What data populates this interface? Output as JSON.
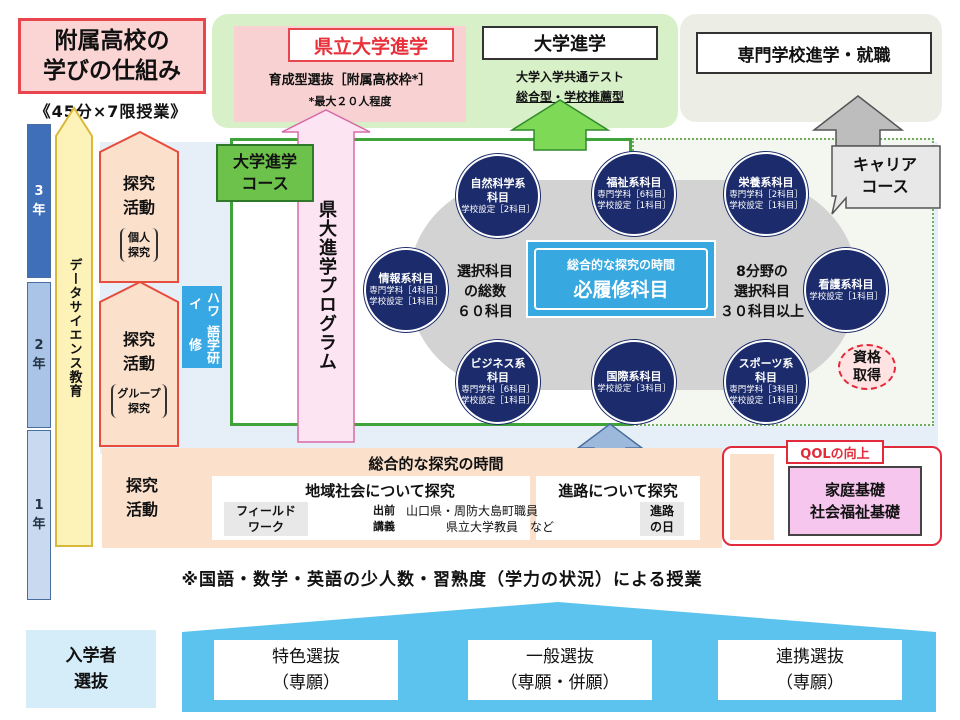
{
  "title": {
    "line1": "附属高校の",
    "line2": "学びの仕組み"
  },
  "lessons": "《45分×7限授業》",
  "top": {
    "pref_title": "県立大学進学",
    "pref_sub": "育成型選抜［附属高校枠*］",
    "pref_note": "*最大２０人程度",
    "univ_title": "大学進学",
    "univ_sub1": "大学入学共通テスト",
    "univ_sub2": "総合型・学校推薦型",
    "voc_title": "専門学校進学・就職"
  },
  "grades": {
    "g3": "3年",
    "g2": "2年",
    "g1": "1年"
  },
  "data_science": "データサイエンス教育",
  "inquiry": {
    "g3_a": "探究",
    "g3_b": "活動",
    "g3_bracket1": "個人",
    "g3_bracket2": "探究",
    "g2_a": "探究",
    "g2_b": "活動",
    "g2_bracket1": "グループ",
    "g2_bracket2": "探究",
    "g1_a": "探究",
    "g1_b": "活動"
  },
  "hawaii": {
    "line1": "ハワイ",
    "line2": "語学研修"
  },
  "program": "県大進学プログラム",
  "courses": {
    "univ_course_1": "大学進学",
    "univ_course_2": "コース",
    "career_course_1": "キャリア",
    "career_course_2": "コース"
  },
  "license": {
    "line1": "資格",
    "line2": "取得"
  },
  "core": {
    "title": "総合的な探究の時間",
    "main": "必履修科目"
  },
  "selection_left": {
    "l1": "選択科目",
    "l2": "の総数",
    "l3": "６０科目"
  },
  "selection_right": {
    "l1": "8分野の",
    "l2": "選択科目",
    "l3": "３０科目以上"
  },
  "fields": [
    {
      "title1": "自然科学系",
      "title2": "科目",
      "sub1": "学校設定［2科目］",
      "sub2": ""
    },
    {
      "title1": "福祉系科目",
      "title2": "",
      "sub1": "専門学科［6科目］",
      "sub2": "学校設定［1科目］"
    },
    {
      "title1": "栄養系科目",
      "title2": "",
      "sub1": "専門学科［2科目］",
      "sub2": "学校設定［1科目］"
    },
    {
      "title1": "情報系科目",
      "title2": "",
      "sub1": "専門学科［4科目］",
      "sub2": "学校設定［1科目］"
    },
    {
      "title1": "看護系科目",
      "title2": "",
      "sub1": "学校設定［1科目］",
      "sub2": ""
    },
    {
      "title1": "ビジネス系",
      "title2": "科目",
      "sub1": "専門学科［6科目］",
      "sub2": "学校設定［1科目］"
    },
    {
      "title1": "国際系科目",
      "title2": "",
      "sub1": "学校設定［3科目］",
      "sub2": ""
    },
    {
      "title1": "スポーツ系",
      "title2": "科目",
      "sub1": "専門学科［3科目］",
      "sub2": "学校設定［1科目］"
    }
  ],
  "bottom_time": {
    "title": "総合的な探究の時間",
    "regional_title": "地域社会について探究",
    "career_title": "進路について探究",
    "field_work_1": "フィールド",
    "field_work_2": "ワーク",
    "dispatch_1": "出前",
    "dispatch_2": "講義",
    "lecturers_1": "山口県・周防大島町職員",
    "lecturers_2": "県立大学教員　など",
    "career_day_1": "進路",
    "career_day_2": "の日"
  },
  "qol": {
    "title": "QOLの向上",
    "line1": "家庭基礎",
    "line2": "社会福祉基礎"
  },
  "note": "※国語・数学・英語の少人数・習熟度（学力の状況）による授業",
  "admission": {
    "label1": "入学者",
    "label2": "選抜",
    "items": [
      {
        "name": "特色選抜",
        "type": "（専願）"
      },
      {
        "name": "一般選抜",
        "type": "（専願・併願）"
      },
      {
        "name": "連携選抜",
        "type": "（専願）"
      }
    ]
  },
  "colors": {
    "red": "#e8454c",
    "green": "#3ea43a",
    "navy": "#1b2b6b",
    "sky": "#37a8e0",
    "roof": "#5bc3ee"
  }
}
